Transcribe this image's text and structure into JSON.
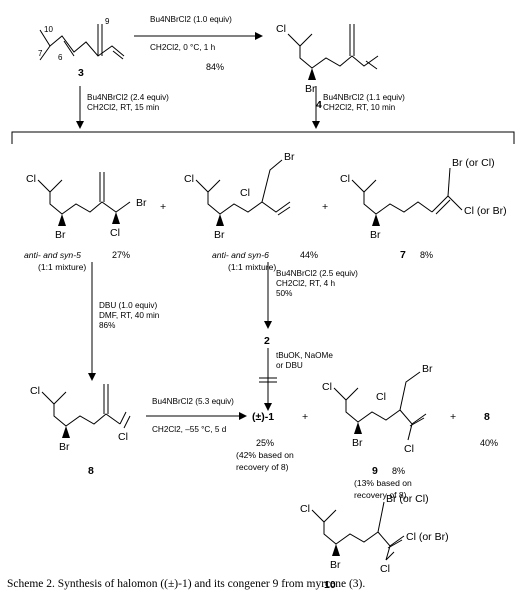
{
  "compounds": {
    "c3": "3",
    "c4": "4",
    "c5": "anti- and syn-5",
    "c5_mix": "(1:1 mixture)",
    "c5_yield": "27%",
    "c6": "anti- and syn-6",
    "c6_mix": "(1:1 mixture)",
    "c6_yield": "44%",
    "c7": "7",
    "c7_yield": "8%",
    "c2": "2",
    "c8": "8",
    "c1": "(±)-1",
    "c9": "9",
    "c9_yield": "8%",
    "c8b": "8",
    "c8b_yield": "40%",
    "c10": "10"
  },
  "atoms": {
    "n10": "10",
    "n9": "9",
    "n7": "7",
    "n6": "6",
    "cl": "Cl",
    "br": "Br",
    "br_or_cl": "Br (or Cl)",
    "cl_or_br": "Cl (or Br)"
  },
  "conditions": {
    "r1_a": "Bu4NBrCl2 (1.0 equiv)",
    "r1_b": "CH2Cl2, 0 °C, 1 h",
    "r1_yield": "84%",
    "r2_a": "Bu4NBrCl2 (2.4 equiv)",
    "r2_b": "CH2Cl2, RT, 15 min",
    "r3_a": "Bu4NBrCl2 (1.1 equiv)",
    "r3_b": "CH2Cl2, RT, 10 min",
    "r4_a": "Bu4NBrCl2 (2.5 equiv)",
    "r4_b": "CH2Cl2, RT, 4 h",
    "r4_yield": "50%",
    "r5_a": "DBU (1.0 equiv)",
    "r5_b": "DMF, RT, 40 min",
    "r5_yield": "86%",
    "r6_a": "tBuOK, NaOMe",
    "r6_b": "or DBU",
    "r7_a": "Bu4NBrCl2 (5.3 equiv)",
    "r7_b": "CH2Cl2, –55 °C, 5 d"
  },
  "yields": {
    "y1_a": "25%",
    "y1_b": "(42% based on",
    "y1_c": "recovery of 8)",
    "y9_a": "(13% based on",
    "y9_b": "recovery of 8)"
  },
  "plus": "+",
  "caption": "Scheme 2. Synthesis of halomon ((±)-1) and its congener 9 from myrcene (3)."
}
